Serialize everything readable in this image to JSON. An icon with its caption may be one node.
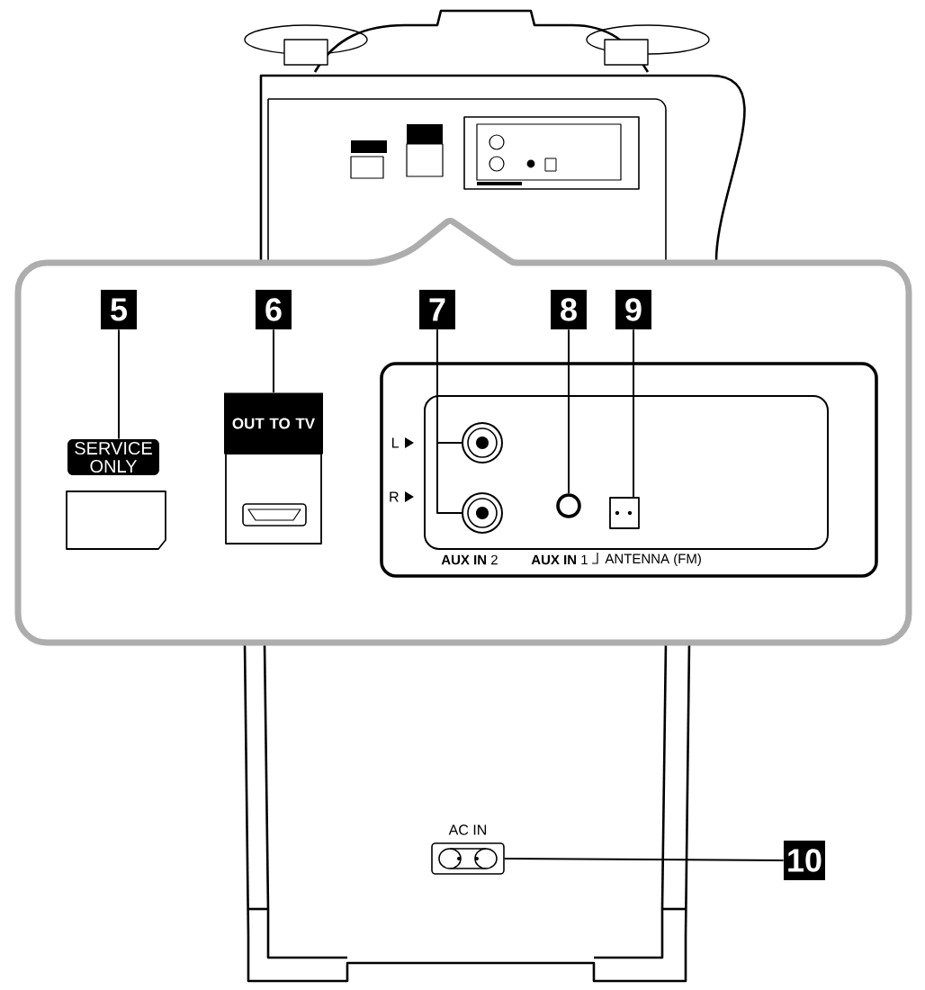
{
  "diagram": {
    "nodes": [
      {
        "text": [
          "5"
        ]
      },
      {
        "text": [
          "6"
        ]
      },
      {
        "text": [
          "7"
        ]
      },
      {
        "text": [
          "8"
        ]
      },
      {
        "text": [
          "9"
        ]
      },
      {
        "text": [
          "SERVICE ONLY"
        ]
      },
      {
        "text": [
          "OUT TO TV"
        ]
      },
      {
        "text": [],
        "shape": "circle"
      },
      {
        "text": [],
        "shape": "circle"
      },
      {
        "text": [],
        "shape": "circle"
      },
      {
        "text": [],
        "shape": "box"
      },
      {
        "text": [],
        "shape": "box",
        "beside": [
          "AC IN"
        ]
      },
      {
        "text": [
          "10"
        ]
      }
    ],
    "edges": [
      {
        "from": 0,
        "to": 5,
        "arrow": "none"
      },
      {
        "from": 1,
        "to": 6,
        "arrow": "none"
      },
      {
        "from": 2,
        "to": 7,
        "arrow": "none"
      },
      {
        "from": 2,
        "to": 8,
        "arrow": "none"
      },
      {
        "from": 3,
        "to": 9,
        "arrow": "none"
      },
      {
        "from": 4,
        "to": 10,
        "arrow": "none"
      },
      {
        "from": 12,
        "to": 11,
        "arrow": "none"
      }
    ],
    "labels": [
      "L",
      "R",
      "**AUX IN** 2",
      "**AUX IN** 1",
      "ANTENNA (FM)"
    ]
  }
}
